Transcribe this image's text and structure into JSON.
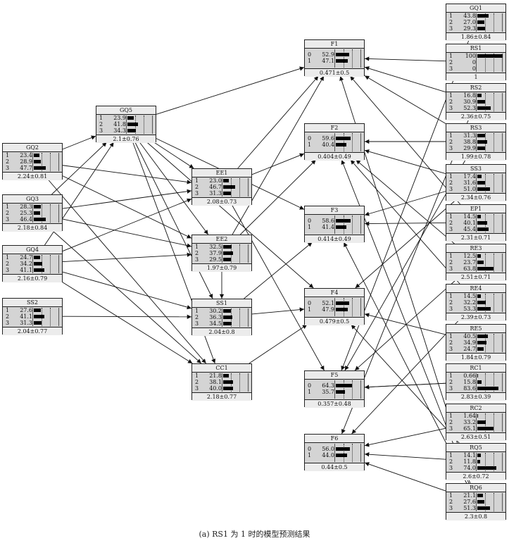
{
  "caption": "(a) RS1 为 1 时的模型预测结果",
  "nodes": [
    {
      "id": "GQ1",
      "states": [
        "1",
        "2",
        "3"
      ],
      "values": [
        "43.8",
        "27.0",
        "29.3"
      ],
      "footer": "1.86±0.84",
      "observed": false
    },
    {
      "id": "RS1",
      "states": [
        "1",
        "2",
        "3"
      ],
      "values": [
        "100",
        "0",
        "0"
      ],
      "footer": "1",
      "observed": true
    },
    {
      "id": "RS2",
      "states": [
        "1",
        "2",
        "3"
      ],
      "values": [
        "16.8",
        "30.9",
        "52.3"
      ],
      "footer": "2.36±0.75",
      "observed": false
    },
    {
      "id": "RS3",
      "states": [
        "1",
        "2",
        "3"
      ],
      "values": [
        "31.3",
        "38.8",
        "29.9"
      ],
      "footer": "1.99±0.78",
      "observed": false
    },
    {
      "id": "SS3",
      "states": [
        "1",
        "2",
        "3"
      ],
      "values": [
        "17.4",
        "31.6",
        "51.0"
      ],
      "footer": "2.34±0.76",
      "observed": false
    },
    {
      "id": "EP1",
      "states": [
        "1",
        "2",
        "3"
      ],
      "values": [
        "14.5",
        "40.1",
        "45.4"
      ],
      "footer": "2.31±0.71",
      "observed": false
    },
    {
      "id": "RE3",
      "states": [
        "1",
        "2",
        "3"
      ],
      "values": [
        "12.5",
        "23.7",
        "63.8"
      ],
      "footer": "2.51±0.71",
      "observed": false
    },
    {
      "id": "RE4",
      "states": [
        "1",
        "2",
        "3"
      ],
      "values": [
        "14.5",
        "32.2",
        "53.3"
      ],
      "footer": "2.39±0.73",
      "observed": false
    },
    {
      "id": "RE5",
      "states": [
        "1",
        "2",
        "3"
      ],
      "values": [
        "40.5",
        "34.9",
        "24.7"
      ],
      "footer": "1.84±0.79",
      "observed": false
    },
    {
      "id": "RC1",
      "states": [
        "1",
        "2",
        "3"
      ],
      "values": [
        "0.66",
        "15.8",
        "83.6"
      ],
      "footer": "2.83±0.39",
      "observed": false
    },
    {
      "id": "RC2",
      "states": [
        "1",
        "2",
        "3"
      ],
      "values": [
        "1.64",
        "33.2",
        "65.1"
      ],
      "footer": "2.63±0.51",
      "observed": false
    },
    {
      "id": "RQ5",
      "states": [
        "1",
        "2",
        "3"
      ],
      "values": [
        "14.1",
        "11.8",
        "74.0"
      ],
      "footer": "2.6±0.72",
      "observed": false
    },
    {
      "id": "RQ6",
      "states": [
        "1",
        "2",
        "3"
      ],
      "values": [
        "21.1",
        "27.6",
        "51.3"
      ],
      "footer": "2.3±0.8",
      "observed": false
    },
    {
      "id": "F1",
      "states": [
        "0",
        "1"
      ],
      "values": [
        "52.9",
        "47.1"
      ],
      "footer": "0.471±0.5",
      "observed": false
    },
    {
      "id": "F2",
      "states": [
        "0",
        "1"
      ],
      "values": [
        "59.6",
        "40.4"
      ],
      "footer": "0.404±0.49",
      "observed": false
    },
    {
      "id": "F3",
      "states": [
        "0",
        "1"
      ],
      "values": [
        "58.6",
        "41.4"
      ],
      "footer": "0.414±0.49",
      "observed": false
    },
    {
      "id": "F4",
      "states": [
        "0",
        "1"
      ],
      "values": [
        "52.1",
        "47.9"
      ],
      "footer": "0.479±0.5",
      "observed": false
    },
    {
      "id": "F5",
      "states": [
        "0",
        "1"
      ],
      "values": [
        "64.3",
        "35.7"
      ],
      "footer": "0.357±0.48",
      "observed": false
    },
    {
      "id": "F6",
      "states": [
        "0",
        "1"
      ],
      "values": [
        "56.0",
        "44.0"
      ],
      "footer": "0.44±0.5",
      "observed": false
    },
    {
      "id": "GQ5",
      "states": [
        "1",
        "2",
        "3"
      ],
      "values": [
        "23.9",
        "41.8",
        "34.3"
      ],
      "footer": "2.1±0.76",
      "observed": false
    },
    {
      "id": "EE1",
      "states": [
        "1",
        "2",
        "3"
      ],
      "values": [
        "23.0",
        "46.7",
        "31.3"
      ],
      "footer": "2.08±0.73",
      "observed": false
    },
    {
      "id": "EE2",
      "states": [
        "1",
        "2",
        "3"
      ],
      "values": [
        "32.5",
        "37.9",
        "29.5"
      ],
      "footer": "1.97±0.79",
      "observed": false
    },
    {
      "id": "SS1",
      "states": [
        "1",
        "2",
        "3"
      ],
      "values": [
        "30.2",
        "36.3",
        "34.5"
      ],
      "footer": "2.04±0.8",
      "observed": false
    },
    {
      "id": "CC1",
      "states": [
        "1",
        "2",
        "3"
      ],
      "values": [
        "21.8",
        "38.1",
        "40.0"
      ],
      "footer": "2.18±0.77",
      "observed": false
    },
    {
      "id": "GQ2",
      "states": [
        "1",
        "2",
        "3"
      ],
      "values": [
        "23.4",
        "28.9",
        "47.7"
      ],
      "footer": "2.24±0.81",
      "observed": false
    },
    {
      "id": "GQ3",
      "states": [
        "1",
        "2",
        "3"
      ],
      "values": [
        "28.3",
        "25.3",
        "46.4"
      ],
      "footer": "2.18±0.84",
      "observed": false
    },
    {
      "id": "GQ4",
      "states": [
        "1",
        "2",
        "3"
      ],
      "values": [
        "24.7",
        "34.2",
        "41.1"
      ],
      "footer": "2.16±0.79",
      "observed": false
    },
    {
      "id": "SS2",
      "states": [
        "1",
        "2",
        "3"
      ],
      "values": [
        "27.6",
        "41.1",
        "31.3"
      ],
      "footer": "2.04±0.77",
      "observed": false
    }
  ],
  "edges": [
    [
      "GQ2",
      "GQ5"
    ],
    [
      "GQ3",
      "GQ5"
    ],
    [
      "GQ4",
      "GQ5"
    ],
    [
      "GQ5",
      "F1"
    ],
    [
      "GQ5",
      "EE1"
    ],
    [
      "GQ5",
      "EE2"
    ],
    [
      "GQ5",
      "F3"
    ],
    [
      "GQ5",
      "F4"
    ],
    [
      "GQ5",
      "SS1"
    ],
    [
      "GQ5",
      "CC1"
    ],
    [
      "GQ2",
      "EE1"
    ],
    [
      "GQ2",
      "EE2"
    ],
    [
      "GQ2",
      "CC1"
    ],
    [
      "GQ3",
      "EE1"
    ],
    [
      "GQ3",
      "EE2"
    ],
    [
      "GQ3",
      "CC1"
    ],
    [
      "GQ4",
      "EE1"
    ],
    [
      "GQ4",
      "EE2"
    ],
    [
      "GQ4",
      "SS1"
    ],
    [
      "GQ4",
      "CC1"
    ],
    [
      "SS2",
      "SS1"
    ],
    [
      "EE1",
      "F1"
    ],
    [
      "EE1",
      "F2"
    ],
    [
      "EE1",
      "F5"
    ],
    [
      "EE2",
      "F1"
    ],
    [
      "EE2",
      "F2"
    ],
    [
      "EE2",
      "SS1"
    ],
    [
      "SS1",
      "F3"
    ],
    [
      "SS1",
      "F4"
    ],
    [
      "CC1",
      "F4"
    ],
    [
      "RS1",
      "F1"
    ],
    [
      "RS2",
      "F1"
    ],
    [
      "RS3",
      "F1"
    ],
    [
      "RS3",
      "F2"
    ],
    [
      "SS3",
      "F2"
    ],
    [
      "SS3",
      "F3"
    ],
    [
      "SS3",
      "F4"
    ],
    [
      "EP1",
      "F3"
    ],
    [
      "EP1",
      "F1"
    ],
    [
      "RE3",
      "F2"
    ],
    [
      "RE4",
      "F2"
    ],
    [
      "RE5",
      "F4"
    ],
    [
      "RC1",
      "F5"
    ],
    [
      "RC2",
      "F6"
    ],
    [
      "RQ5",
      "F6"
    ],
    [
      "RQ6",
      "F6"
    ],
    [
      "GQ1",
      "F5"
    ],
    [
      "RS2",
      "F6"
    ],
    [
      "RS3",
      "F5"
    ],
    [
      "RE3",
      "F5"
    ],
    [
      "RE4",
      "F6"
    ],
    [
      "RQ6",
      "F3"
    ],
    [
      "RQ6",
      "F2"
    ],
    [
      "RQ6",
      "F1"
    ],
    [
      "RQ5",
      "F4"
    ],
    [
      "RC1",
      "F5"
    ]
  ]
}
